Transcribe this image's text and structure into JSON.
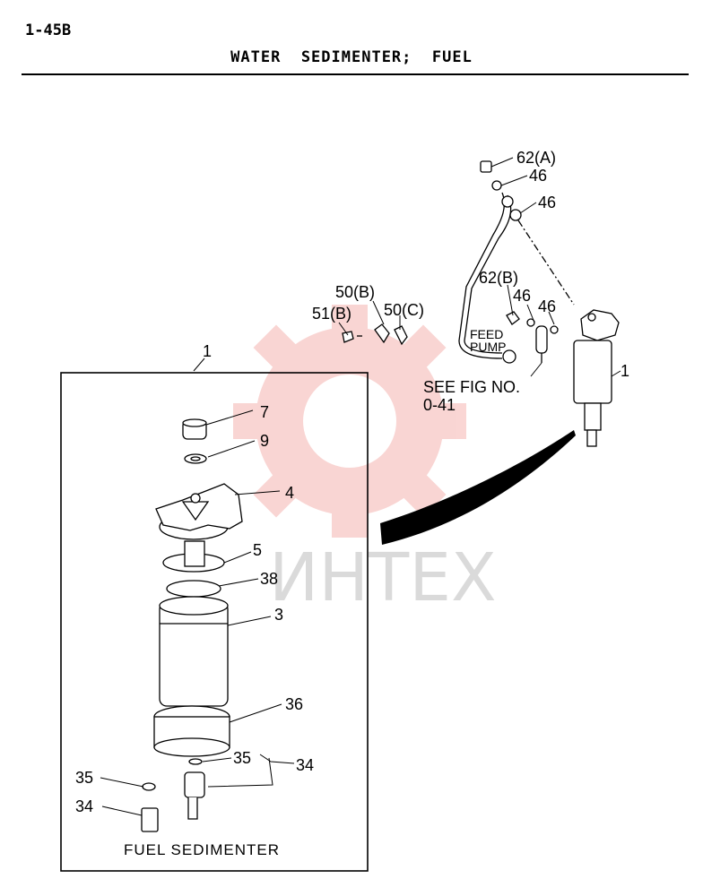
{
  "header": {
    "page_code": "1-45B",
    "title": "WATER  SEDIMENTER;  FUEL"
  },
  "watermark": {
    "text": "ИНТЕХ",
    "color": "#e8453c"
  },
  "callouts": {
    "p62a": "62(A)",
    "p46a": "46",
    "p46b": "46",
    "p62b": "62(B)",
    "p46c": "46",
    "p46d": "46",
    "p50b": "50(B)",
    "p50c": "50(C)",
    "p51b": "51(B)",
    "p1_top": "1",
    "p1_right": "1",
    "p7": "7",
    "p9": "9",
    "p4": "4",
    "p5": "5",
    "p38": "38",
    "p3": "3",
    "p36": "36",
    "p35_inner": "35",
    "p34_inner": "34",
    "p35_outer": "35",
    "p34_outer": "34"
  },
  "notes": {
    "feed_line1": "FEED",
    "feed_line2": "PUMP",
    "see_fig_line1": "SEE FIG NO.",
    "see_fig_line2": "0-41"
  },
  "caption": "FUEL  SEDIMENTER"
}
